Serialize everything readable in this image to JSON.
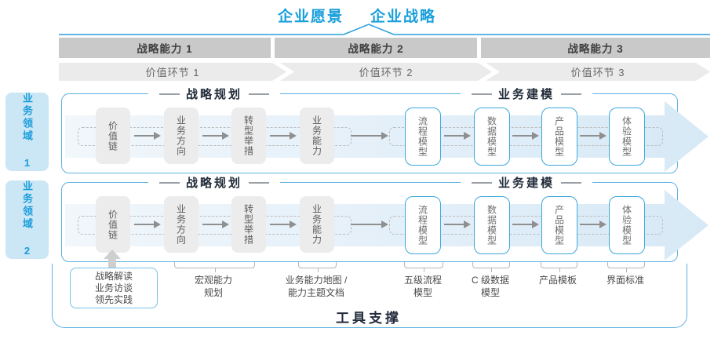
{
  "header": {
    "vision": "企业愿景",
    "strategy": "企业战略"
  },
  "strategy_bars": [
    "战略能力 1",
    "战略能力 2",
    "战略能力 3"
  ],
  "value_links": [
    "价值环节 1",
    "价值环节 2",
    "价值环节 3"
  ],
  "domains": [
    {
      "label": "业务领域 1"
    },
    {
      "label": "业务领域 2"
    }
  ],
  "sections": {
    "planning": "战略规划",
    "modeling": "业务建模"
  },
  "boxes": {
    "planning": [
      "价值链",
      "业务方向",
      "转型举措",
      "业务能力"
    ],
    "modeling": [
      "流程模型",
      "数据模型",
      "产品模型",
      "体验模型"
    ]
  },
  "annotations": {
    "practice": [
      "战略解读",
      "业务访谈",
      "领先实践"
    ],
    "labels": [
      [
        "宏观能力",
        "规划"
      ],
      [
        "业务能力地图 /",
        "能力主题文档"
      ],
      [
        "五级流程",
        "模型"
      ],
      [
        "C 级数据",
        "模型"
      ],
      [
        "产品模板"
      ],
      [
        "界面标准"
      ]
    ]
  },
  "footer": {
    "tool_support": "工具支撑"
  },
  "colors": {
    "accent_blue": "#189fdb",
    "border_blue": "#5fb2e0",
    "navy_text": "#242c3c",
    "bar_gray": "#c9c9c9",
    "chevron_gray": "#ebebeb",
    "box_gray": "#ececec",
    "band_blue": "#d7e9f6"
  }
}
